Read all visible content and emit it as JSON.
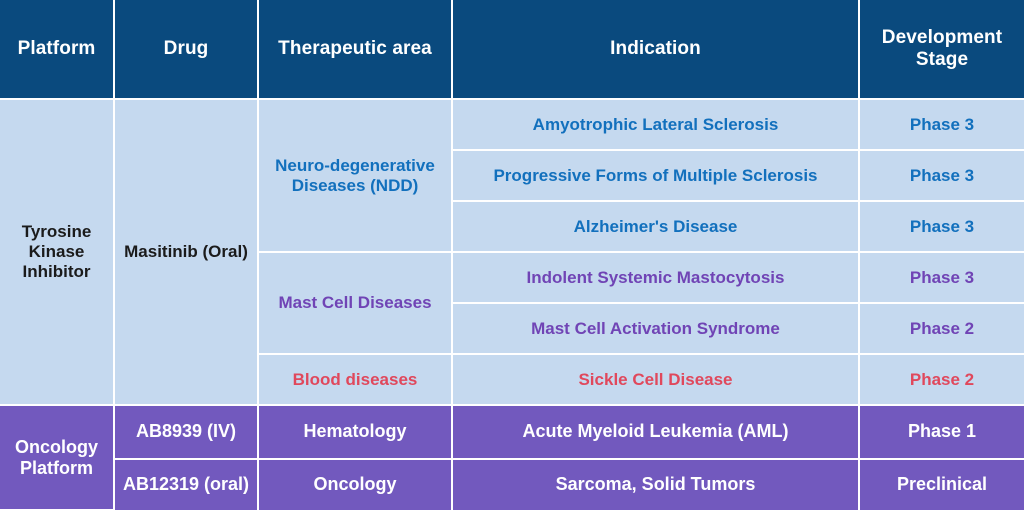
{
  "table": {
    "headers": [
      {
        "label": "Platform",
        "name": "header-platform"
      },
      {
        "label": "Drug",
        "name": "header-drug"
      },
      {
        "label": "Therapeutic area",
        "name": "header-therapeutic-area"
      },
      {
        "label": "Indication",
        "name": "header-indication"
      },
      {
        "label": "Development Stage",
        "name": "header-development-stage"
      }
    ],
    "colors": {
      "header_bg": "#0a4a7e",
      "header_text": "#ffffff",
      "tki_row_bg": "#c5d9ef",
      "onco_row_bg": "#7259be",
      "blue_text": "#1270bd",
      "purple_text": "#7044b5",
      "red_text": "#e0485c",
      "dark_text": "#1b1b1b",
      "grid_line": "#ffffff"
    },
    "platforms": [
      {
        "name": "Tyrosine Kinase Inhibitor",
        "drug": "Masitinib (Oral)",
        "areas": [
          {
            "label": "Neuro-degenerative Diseases (NDD)",
            "color_key": "blue",
            "rows": [
              {
                "indication": "Amyotrophic Lateral Sclerosis",
                "stage": "Phase 3"
              },
              {
                "indication": "Progressive Forms of Multiple Sclerosis",
                "stage": "Phase 3"
              },
              {
                "indication": "Alzheimer's Disease",
                "stage": "Phase 3"
              }
            ]
          },
          {
            "label": "Mast Cell Diseases",
            "color_key": "purple",
            "rows": [
              {
                "indication": "Indolent Systemic Mastocytosis",
                "stage": "Phase 3"
              },
              {
                "indication": "Mast Cell Activation Syndrome",
                "stage": "Phase 2"
              }
            ]
          },
          {
            "label": "Blood diseases",
            "color_key": "red",
            "rows": [
              {
                "indication": "Sickle Cell Disease",
                "stage": "Phase 2"
              }
            ]
          }
        ]
      },
      {
        "name": "Oncology Platform",
        "rows": [
          {
            "drug": "AB8939 (IV)",
            "area": "Hematology",
            "indication": "Acute Myeloid Leukemia (AML)",
            "stage": "Phase 1"
          },
          {
            "drug": "AB12319 (oral)",
            "area": "Oncology",
            "indication": "Sarcoma, Solid Tumors",
            "stage": "Preclinical"
          }
        ]
      }
    ]
  }
}
